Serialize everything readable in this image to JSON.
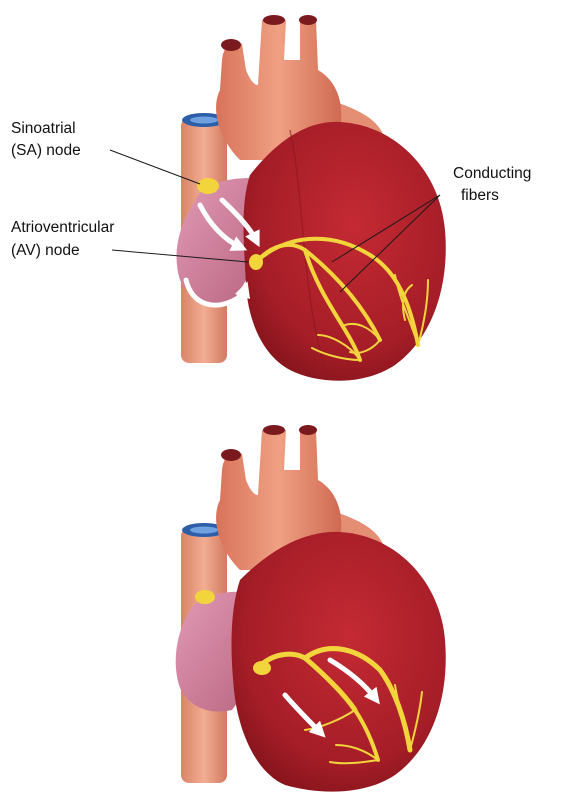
{
  "labels": {
    "sa_line1": "Sinoatrial",
    "sa_line2": "(SA) node",
    "av_line1": "Atrioventricular",
    "av_line2": "(AV) node",
    "cf_line1": "Conducting",
    "cf_line2": "fibers"
  },
  "colors": {
    "ventricle": "#b3222c",
    "ventricle_dark": "#7e1219",
    "atrium": "#cf7e9e",
    "aorta": "#e58b6e",
    "vena_cava": "#e9997a",
    "conduction": "#f2d43c",
    "impulse_arrow": "#ffffff"
  },
  "panels": [
    {
      "name": "top-heart",
      "shows_labels": true
    },
    {
      "name": "bottom-heart",
      "shows_labels": false
    }
  ]
}
